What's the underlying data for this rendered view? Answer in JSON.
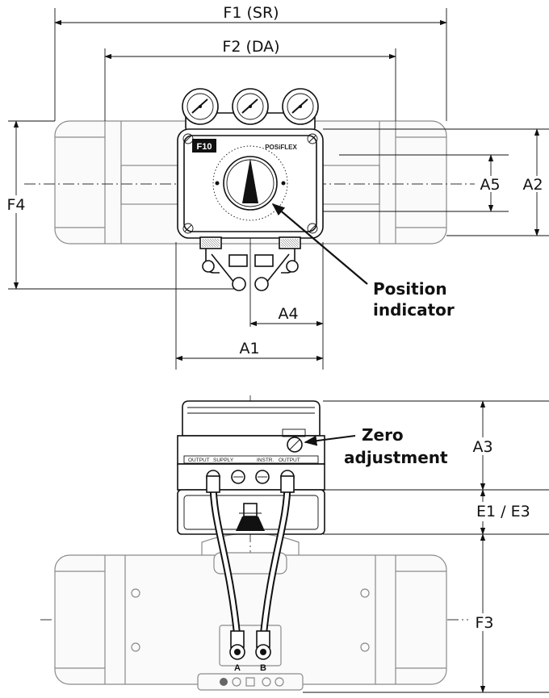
{
  "dimensions": {
    "f1": "F1 (SR)",
    "f2": "F2 (DA)",
    "f4": "F4",
    "a5": "A5",
    "a2": "A2",
    "a4": "A4",
    "a1": "A1",
    "a3": "A3",
    "e1e3": "E1 / E3",
    "f3": "F3"
  },
  "callouts": {
    "position_indicator": [
      "Position",
      "indicator"
    ],
    "zero_adjustment": [
      "Zero",
      "adjustment"
    ]
  },
  "device": {
    "model_badge": "F10",
    "brand": "POSiFLEX"
  },
  "ports": {
    "output_left": "OUTPUT",
    "supply": "SUPPLY",
    "instr": "INSTR.",
    "output_right": "OUTPUT",
    "port_a": "A",
    "port_b": "B"
  }
}
